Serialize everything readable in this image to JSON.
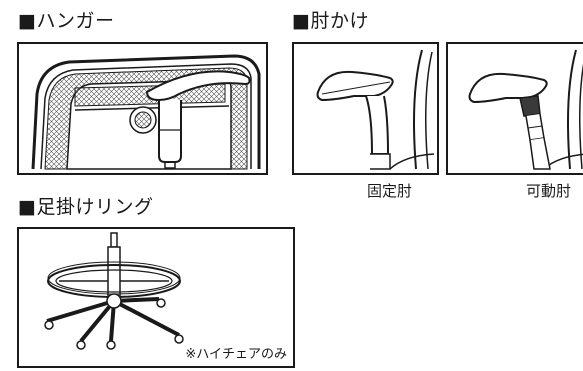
{
  "hanger": {
    "title": "■ハンガー"
  },
  "armrest": {
    "title": "■肘かけ",
    "fixed_caption": "固定肘",
    "movable_caption": "可動肘"
  },
  "footring": {
    "title": "■足掛けリング",
    "note": "※ハイチェアのみ"
  }
}
